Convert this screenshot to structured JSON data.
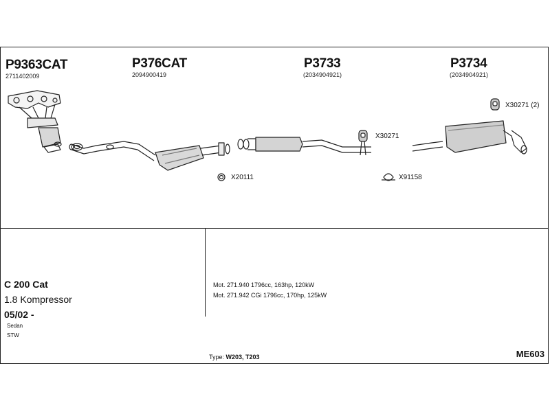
{
  "parts": {
    "p1": {
      "code": "P9363CAT",
      "number": "2711402009"
    },
    "p2": {
      "code": "P376CAT",
      "number": "2094900419"
    },
    "p3": {
      "code": "P3733",
      "number": "(2034904921)"
    },
    "p4": {
      "code": "P3734",
      "number": "(2034904921)"
    }
  },
  "accessories": {
    "a1": "X30271 (2)",
    "a2": "X30271",
    "a3": "X20111",
    "a4": "X91158"
  },
  "vehicle": {
    "model": "C 200 Cat",
    "engine": "1.8 Kompressor",
    "date": "05/02 -",
    "body1": "Sedan",
    "body2": "STW"
  },
  "motors": [
    "Mot. 271.940 1796cc, 163hp, 120kW",
    "Mot. 271.942 CGi 1796cc, 170hp, 125kW"
  ],
  "type_label": "Type:",
  "type_value": "W203, T203",
  "reference": "ME603"
}
